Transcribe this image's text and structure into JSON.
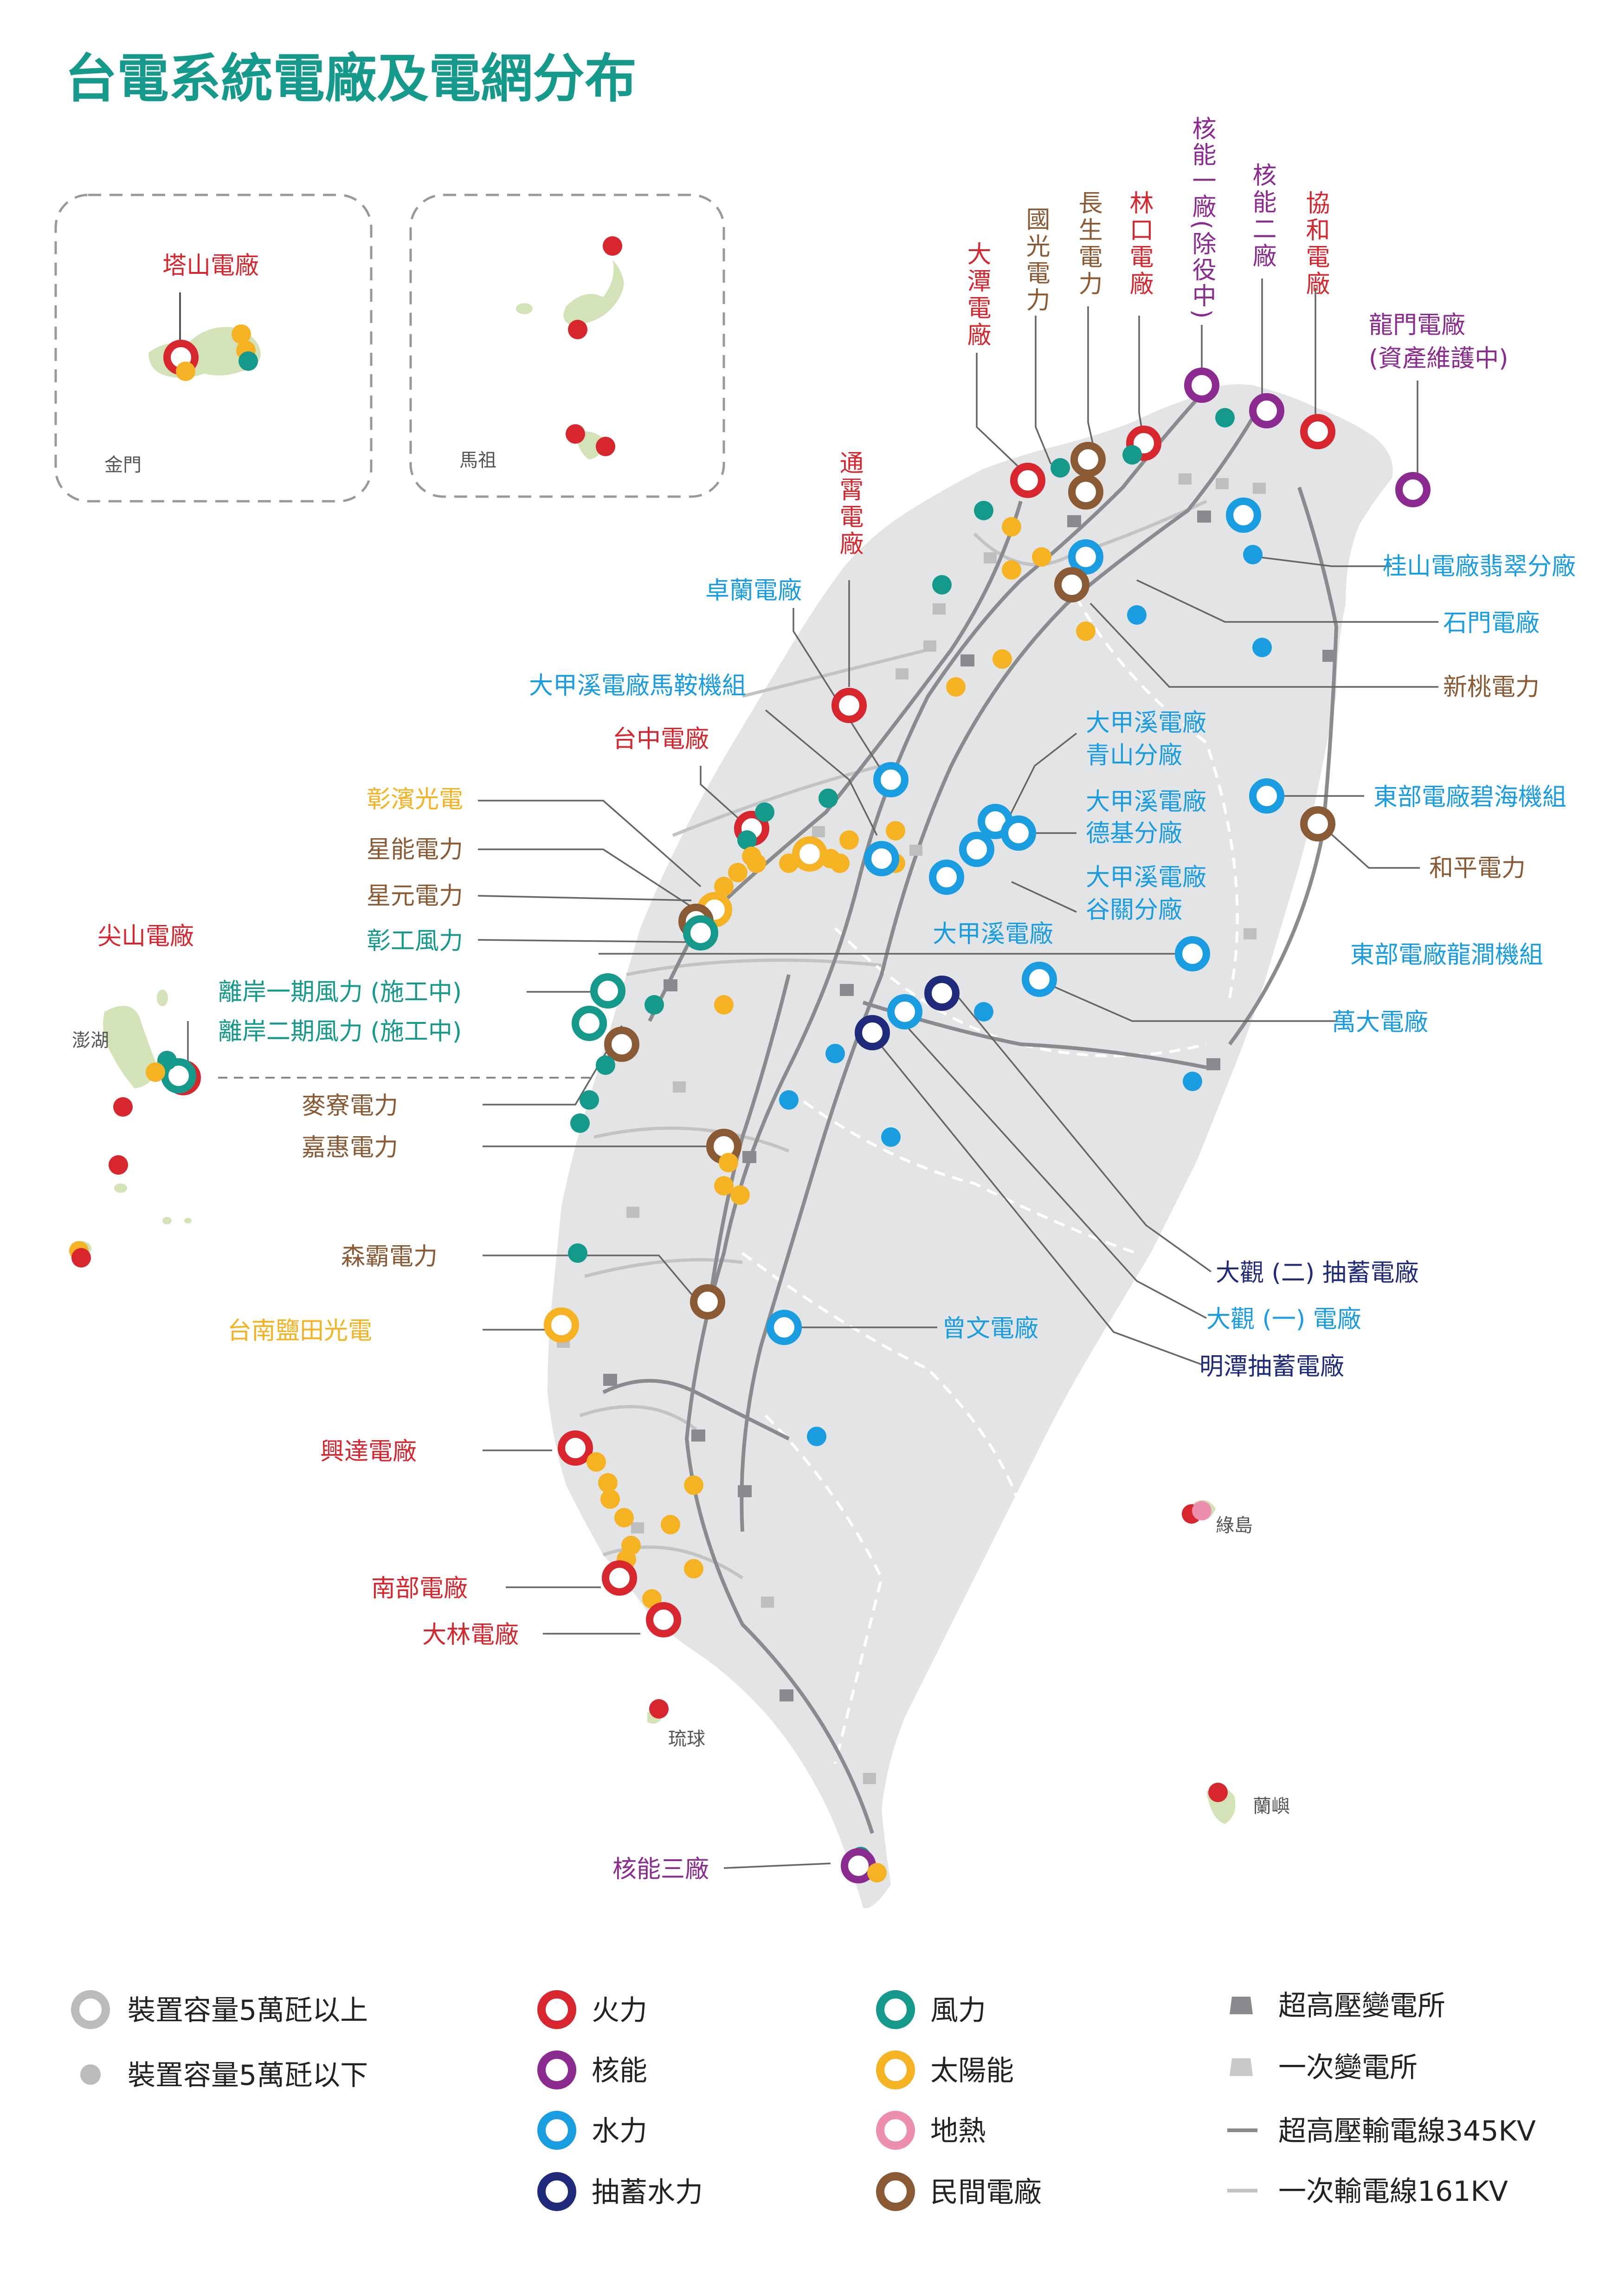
{
  "title": "台電系統電廠及電網分布",
  "colors": {
    "thermal": "#d7262e",
    "nuclear": "#8b2a8f",
    "hydro": "#1a9de0",
    "pumped": "#1f2a7a",
    "wind": "#14998a",
    "solar": "#f5b223",
    "geo": "#ec8fae",
    "private": "#8a5a34",
    "teal_text": "#14998a",
    "land": "#e3e4e5",
    "island_green": "#d3e2b7"
  },
  "insets": {
    "kinmen": "金門",
    "matsu": "馬祖"
  },
  "islands": {
    "penghu": "澎湖",
    "green_island": "綠島",
    "liuqiu": "琉球",
    "lanyu": "蘭嶼"
  },
  "plants": {
    "tashan": "塔山電廠",
    "datan": "大潭電廠",
    "guoguang": "國光電力",
    "changsheng": "長生電力",
    "linkou": "林口電廠",
    "nuclear1": "核能一廠(除役中)",
    "nuclear2": "核能二廠",
    "hoping_xiehe": "協和電廠",
    "longmen": "龍門電廠",
    "longmen_sub": "(資產維護中)",
    "tongxiao": "通霄電廠",
    "zhuolan": "卓蘭電廠",
    "guishan": "桂山電廠翡翠分廠",
    "shimen": "石門電廠",
    "xintao": "新桃電力",
    "dajiaxi_maan": "大甲溪電廠馬鞍機組",
    "taichung": "台中電廠",
    "dajiaxi_qingshan_1": "大甲溪電廠",
    "dajiaxi_qingshan_2": "青山分廠",
    "dajiaxi_deji_1": "大甲溪電廠",
    "dajiaxi_deji_2": "德基分廠",
    "dajiaxi_guguan_1": "大甲溪電廠",
    "dajiaxi_guguan_2": "谷關分廠",
    "dajiaxi": "大甲溪電廠",
    "donghu_bihai": "東部電廠碧海機組",
    "heping": "和平電力",
    "changbin": "彰濱光電",
    "xingneng": "星能電力",
    "xingyuan": "星元電力",
    "changgong": "彰工風力",
    "dong_longjian": "東部電廠龍澗機組",
    "jianshan": "尖山電廠",
    "offshore1": "離岸一期風力 (施工中)",
    "offshore2": "離岸二期風力 (施工中)",
    "wanda": "萬大電廠",
    "mailiao": "麥寮電力",
    "jiahui": "嘉惠電力",
    "daguan2": "大觀 (二) 抽蓄電廠",
    "daguan1": "大觀 (一) 電廠",
    "mingtan": "明潭抽蓄電廠",
    "senba": "森霸電力",
    "tainan_salt": "台南鹽田光電",
    "zengwen": "曾文電廠",
    "xingda": "興達電廠",
    "nanbu": "南部電廠",
    "dalin": "大林電廠",
    "nuclear3": "核能三廠"
  },
  "legend": {
    "big": "裝置容量5萬瓩以上",
    "small": "裝置容量5萬瓩以下",
    "thermal": "火力",
    "nuclear": "核能",
    "hydro": "水力",
    "pumped": "抽蓄水力",
    "wind": "風力",
    "solar": "太陽能",
    "geo": "地熱",
    "private": "民間電廠",
    "ehv_sub": "超高壓變電所",
    "primary_sub": "一次變電所",
    "line345": "超高壓輸電線345KV",
    "line161": "一次輸電線161KV"
  }
}
